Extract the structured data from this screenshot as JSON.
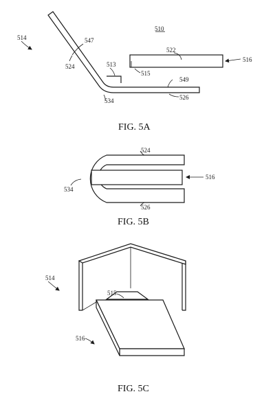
{
  "figure_5a": {
    "caption": "FIG. 5A",
    "labels": {
      "ref_510": "510",
      "ref_514": "514",
      "ref_547": "547",
      "ref_522": "522",
      "ref_516": "516",
      "ref_524": "524",
      "ref_513": "513",
      "ref_515": "515",
      "ref_549": "549",
      "ref_534": "534",
      "ref_526": "526"
    }
  },
  "figure_5b": {
    "caption": "FIG. 5B",
    "labels": {
      "ref_524": "524",
      "ref_516": "516",
      "ref_534": "534",
      "ref_526": "526"
    }
  },
  "figure_5c": {
    "caption": "FIG. 5C",
    "labels": {
      "ref_514": "514",
      "ref_515": "515",
      "ref_516": "516"
    }
  }
}
